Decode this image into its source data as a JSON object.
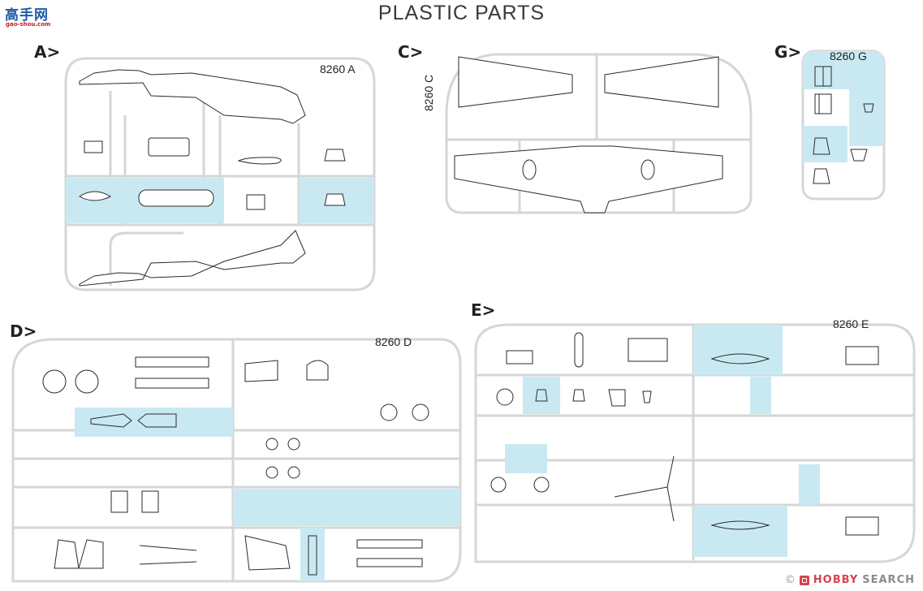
{
  "page": {
    "title": "PLASTIC PARTS",
    "watermark": {
      "site_cn": "高手网",
      "site_url": "gao-shou.com"
    },
    "footer": {
      "copyright": "©",
      "brand_primary": "HOBBY",
      "brand_secondary": "SEARCH"
    }
  },
  "colors": {
    "highlight": "#c9e9f2",
    "runner": "#d6d6d6",
    "outline": "#2a2a2a"
  },
  "sprues": [
    {
      "id": "A",
      "label": "A>",
      "code": "8260 A"
    },
    {
      "id": "C",
      "label": "C>",
      "code": "8260 C"
    },
    {
      "id": "G",
      "label": "G>",
      "code": "8260 G"
    },
    {
      "id": "D",
      "label": "D>",
      "code": "8260 D"
    },
    {
      "id": "E",
      "label": "E>",
      "code": "8260 E"
    }
  ]
}
